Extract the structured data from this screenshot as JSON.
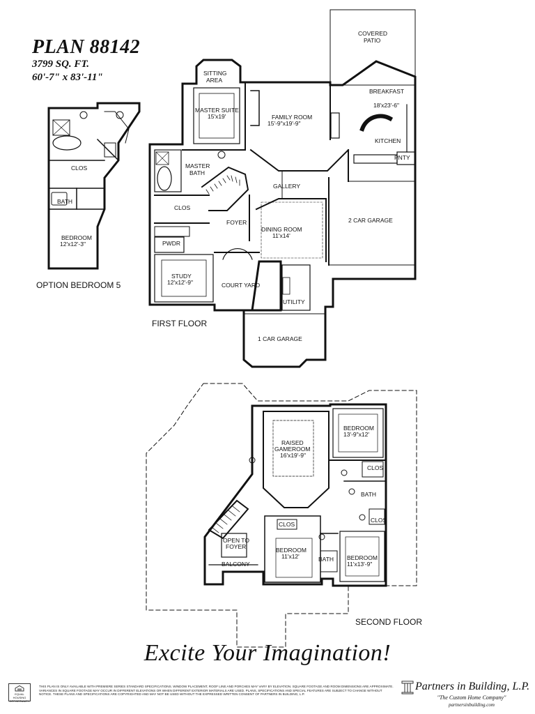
{
  "header": {
    "plan_number": "PLAN 88142",
    "square_feet": "3799 SQ. FT.",
    "dimensions": "60'-7\" x 83'-11\""
  },
  "first_floor": {
    "label": "FIRST FLOOR",
    "rooms": {
      "covered_patio": "COVERED",
      "covered_patio_2": "PATIO",
      "sitting_area": "SITTING",
      "sitting_area_2": "AREA",
      "master_suite": "MASTER SUITE",
      "master_suite_dim": "15'x19'",
      "family_room": "FAMILY ROOM",
      "family_room_dim": "15'-9\"x19'-9\"",
      "breakfast": "BREAKFAST",
      "breakfast_dim": "18'x23'-6\"",
      "kitchen": "KITCHEN",
      "pantry": "PNTY",
      "master_bath": "MASTER",
      "master_bath_2": "BATH",
      "gallery": "GALLERY",
      "closet": "CLOS",
      "foyer": "FOYER",
      "dining_room": "DINING ROOM",
      "dining_room_dim": "11'x14'",
      "two_car_garage": "2 CAR GARAGE",
      "powder": "PWDR",
      "study": "STUDY",
      "study_dim": "12'x12'-9\"",
      "court_yard": "COURT YARD",
      "utility": "UTILITY",
      "one_car_garage": "1 CAR GARAGE"
    }
  },
  "option_bedroom": {
    "label": "OPTION BEDROOM 5",
    "rooms": {
      "closet": "CLOS",
      "bath": "BATH",
      "bedroom": "BEDROOM",
      "bedroom_dim": "12'x12'-3\""
    }
  },
  "second_floor": {
    "label": "SECOND FLOOR",
    "rooms": {
      "gameroom": "RAISED",
      "gameroom_2": "GAMEROOM",
      "gameroom_dim": "16'x19'-9\"",
      "bedroom_ne": "BEDROOM",
      "bedroom_ne_dim": "13'-9\"x12'",
      "closet_ne": "CLOS",
      "bath_e": "BATH",
      "closet_e": "CLOS",
      "closet_mid": "CLOS",
      "open_to_foyer": "OPEN TO",
      "open_to_foyer_2": "FOYER",
      "bedroom_mid": "BEDROOM",
      "bedroom_mid_dim": "11'x12'",
      "bath_mid": "BATH",
      "bedroom_se": "BEDROOM",
      "bedroom_se_dim": "11'x13'-9\"",
      "balcony": "BALCONY"
    }
  },
  "footer": {
    "slogan": "Excite Your Imagination!",
    "disclaimer": "This plan is only available with premiere series standard specifications. Window placement, roof line and porches may vary by elevation. Square footage and room dimensions are approximate. Variances in square footage may occur in different elevations or when different exterior materials are used. Plans, specifications and special features are subject to change without notice. These plans and specifications are copyrighted and may not be used without the expressed written consent of Partners in Building, L.P.",
    "company_name": "Partners in Building, L.P.",
    "company_tagline": "\"The Custom Home Company\"",
    "company_url": "partnersinbuilding.com",
    "eho_logo": "EQUAL HOUSING OPPORTUNITY"
  }
}
